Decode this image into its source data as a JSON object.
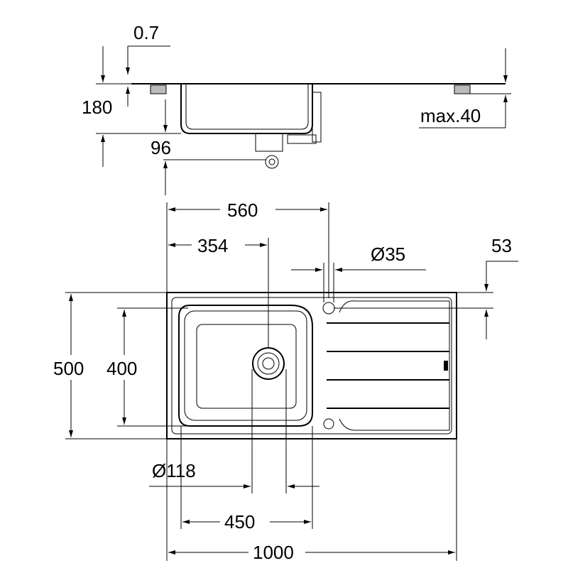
{
  "side_view": {
    "sheet_thickness": "0.7",
    "depth": "180",
    "worktop_max": "max.40",
    "drain_height": "96"
  },
  "plan_view": {
    "bowl_width": "560",
    "drain_offset": "354",
    "tap_hole_diameter": "Ø35",
    "tap_hole_offset": "53",
    "overall_depth": "500",
    "bowl_depth": "400",
    "drain_diameter": "Ø118",
    "bowl_inner_width": "450",
    "overall_width": "1000"
  }
}
